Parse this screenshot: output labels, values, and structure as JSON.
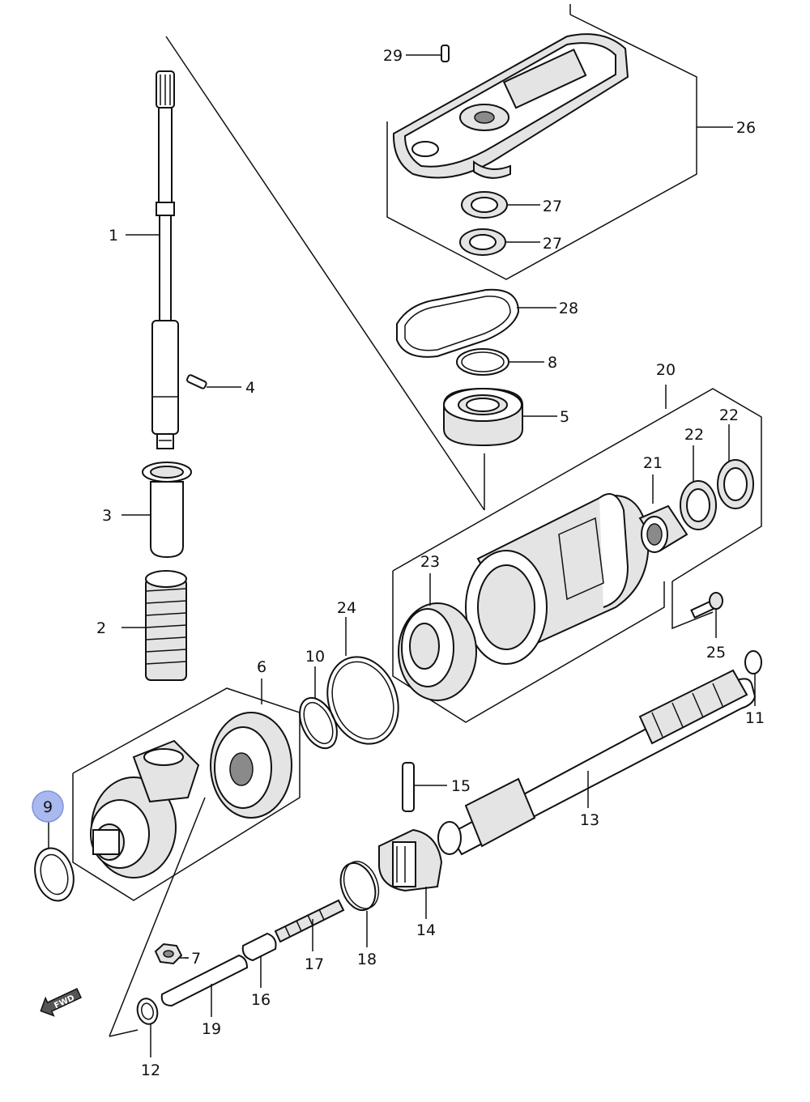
{
  "callouts": [
    {
      "id": "c1",
      "label": "1"
    },
    {
      "id": "c2",
      "label": "2"
    },
    {
      "id": "c3",
      "label": "3"
    },
    {
      "id": "c4",
      "label": "4"
    },
    {
      "id": "c5",
      "label": "5"
    },
    {
      "id": "c6",
      "label": "6"
    },
    {
      "id": "c7",
      "label": "7"
    },
    {
      "id": "c8",
      "label": "8"
    },
    {
      "id": "c9",
      "label": "9"
    },
    {
      "id": "c10",
      "label": "10"
    },
    {
      "id": "c11",
      "label": "11"
    },
    {
      "id": "c12",
      "label": "12"
    },
    {
      "id": "c13",
      "label": "13"
    },
    {
      "id": "c14",
      "label": "14"
    },
    {
      "id": "c15",
      "label": "15"
    },
    {
      "id": "c16",
      "label": "16"
    },
    {
      "id": "c17",
      "label": "17"
    },
    {
      "id": "c18",
      "label": "18"
    },
    {
      "id": "c19",
      "label": "19"
    },
    {
      "id": "c20",
      "label": "20"
    },
    {
      "id": "c21",
      "label": "21"
    },
    {
      "id": "c22a",
      "label": "22"
    },
    {
      "id": "c22b",
      "label": "22"
    },
    {
      "id": "c23",
      "label": "23"
    },
    {
      "id": "c24",
      "label": "24"
    },
    {
      "id": "c25",
      "label": "25"
    },
    {
      "id": "c26",
      "label": "26"
    },
    {
      "id": "c27a",
      "label": "27"
    },
    {
      "id": "c27b",
      "label": "27"
    },
    {
      "id": "c28",
      "label": "28"
    },
    {
      "id": "c29",
      "label": "29"
    }
  ],
  "highlight": {
    "callout": "9",
    "color": "#a9b8ee",
    "border_color": "#7f93d8"
  },
  "direction_badge": {
    "text": "FWD",
    "icon": "forward-arrow-icon"
  }
}
